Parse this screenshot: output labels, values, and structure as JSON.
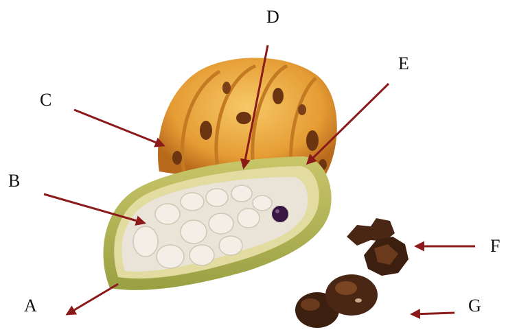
{
  "labels": {
    "a": "A",
    "b": "B",
    "c": "C",
    "d": "D",
    "e": "E",
    "f": "F",
    "g": "G"
  },
  "colors": {
    "arrow": "#8b1a1a",
    "pod_yellow": "#e9a23b",
    "pod_light": "#f2c15c",
    "pod_spots": "#6b3512",
    "husk_green": "#b6b85a",
    "husk_inner": "#e2dca0",
    "pulp": "#e9e3d8",
    "bean_white": "#f3efe6",
    "bean_purple": "#3a1742",
    "nib_dark": "#4a2614",
    "shell_dark": "#3d1f10"
  }
}
